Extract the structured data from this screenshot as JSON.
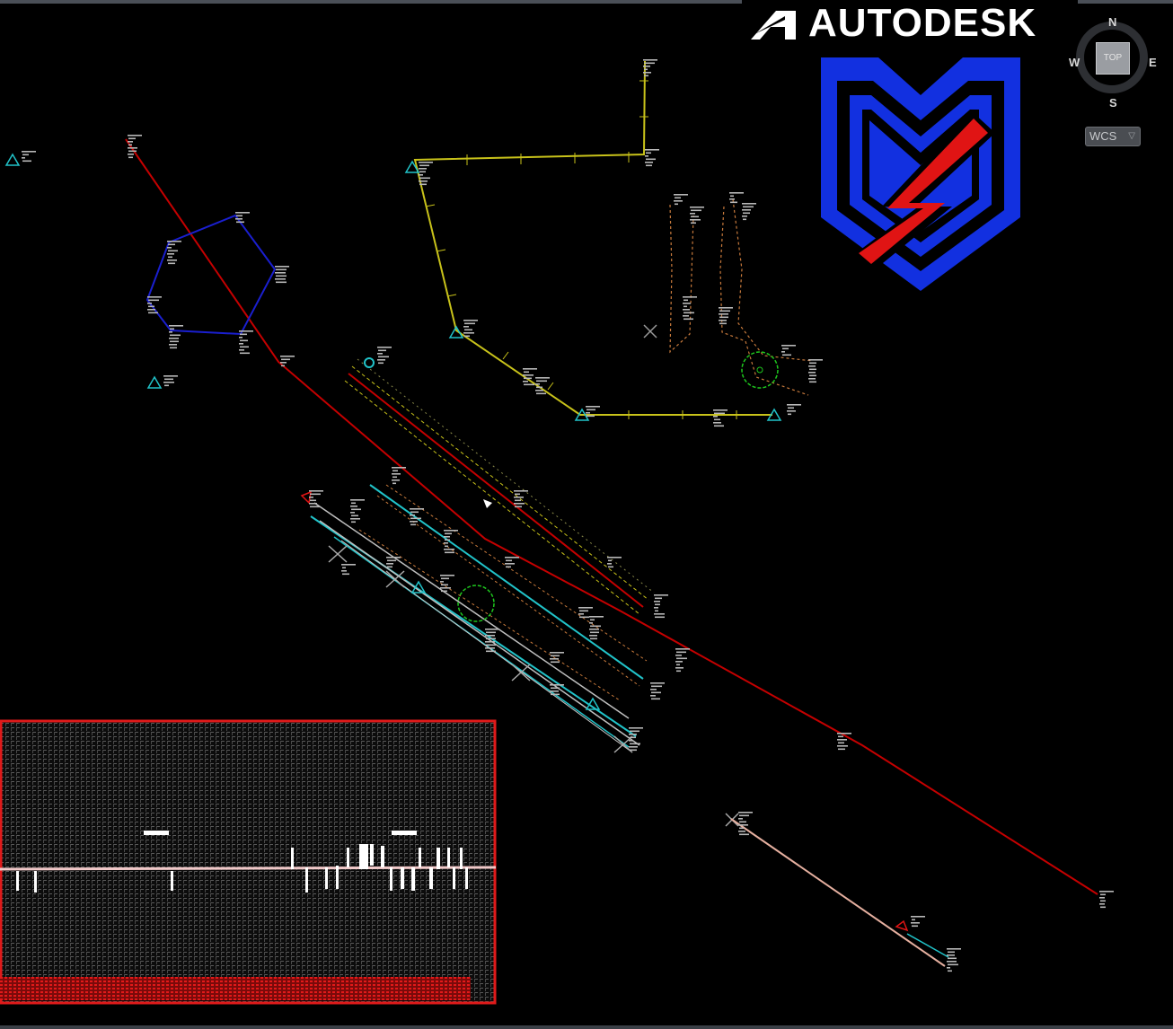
{
  "brand": {
    "name": "AUTODESK"
  },
  "viewcube": {
    "north": "N",
    "south": "S",
    "east": "E",
    "west": "W",
    "face": "TOP"
  },
  "coordinate_system": {
    "label": "WCS"
  },
  "colors": {
    "background": "#000000",
    "alignment_red": "#c40000",
    "polyline_yellow": "#c8c21a",
    "polygon_blue": "#1a1fcf",
    "survey_cyan": "#21c3c9",
    "circle_green": "#1ec81e",
    "dashed_orange": "#c87a3c",
    "logo_blue": "#1230e0",
    "logo_red": "#e01414",
    "profile_border_red": "#e01a1a"
  },
  "icons": [
    "autodesk-logo-icon",
    "brand-shield-icon",
    "survey-point-triangle-icon",
    "chevron-down-icon"
  ]
}
